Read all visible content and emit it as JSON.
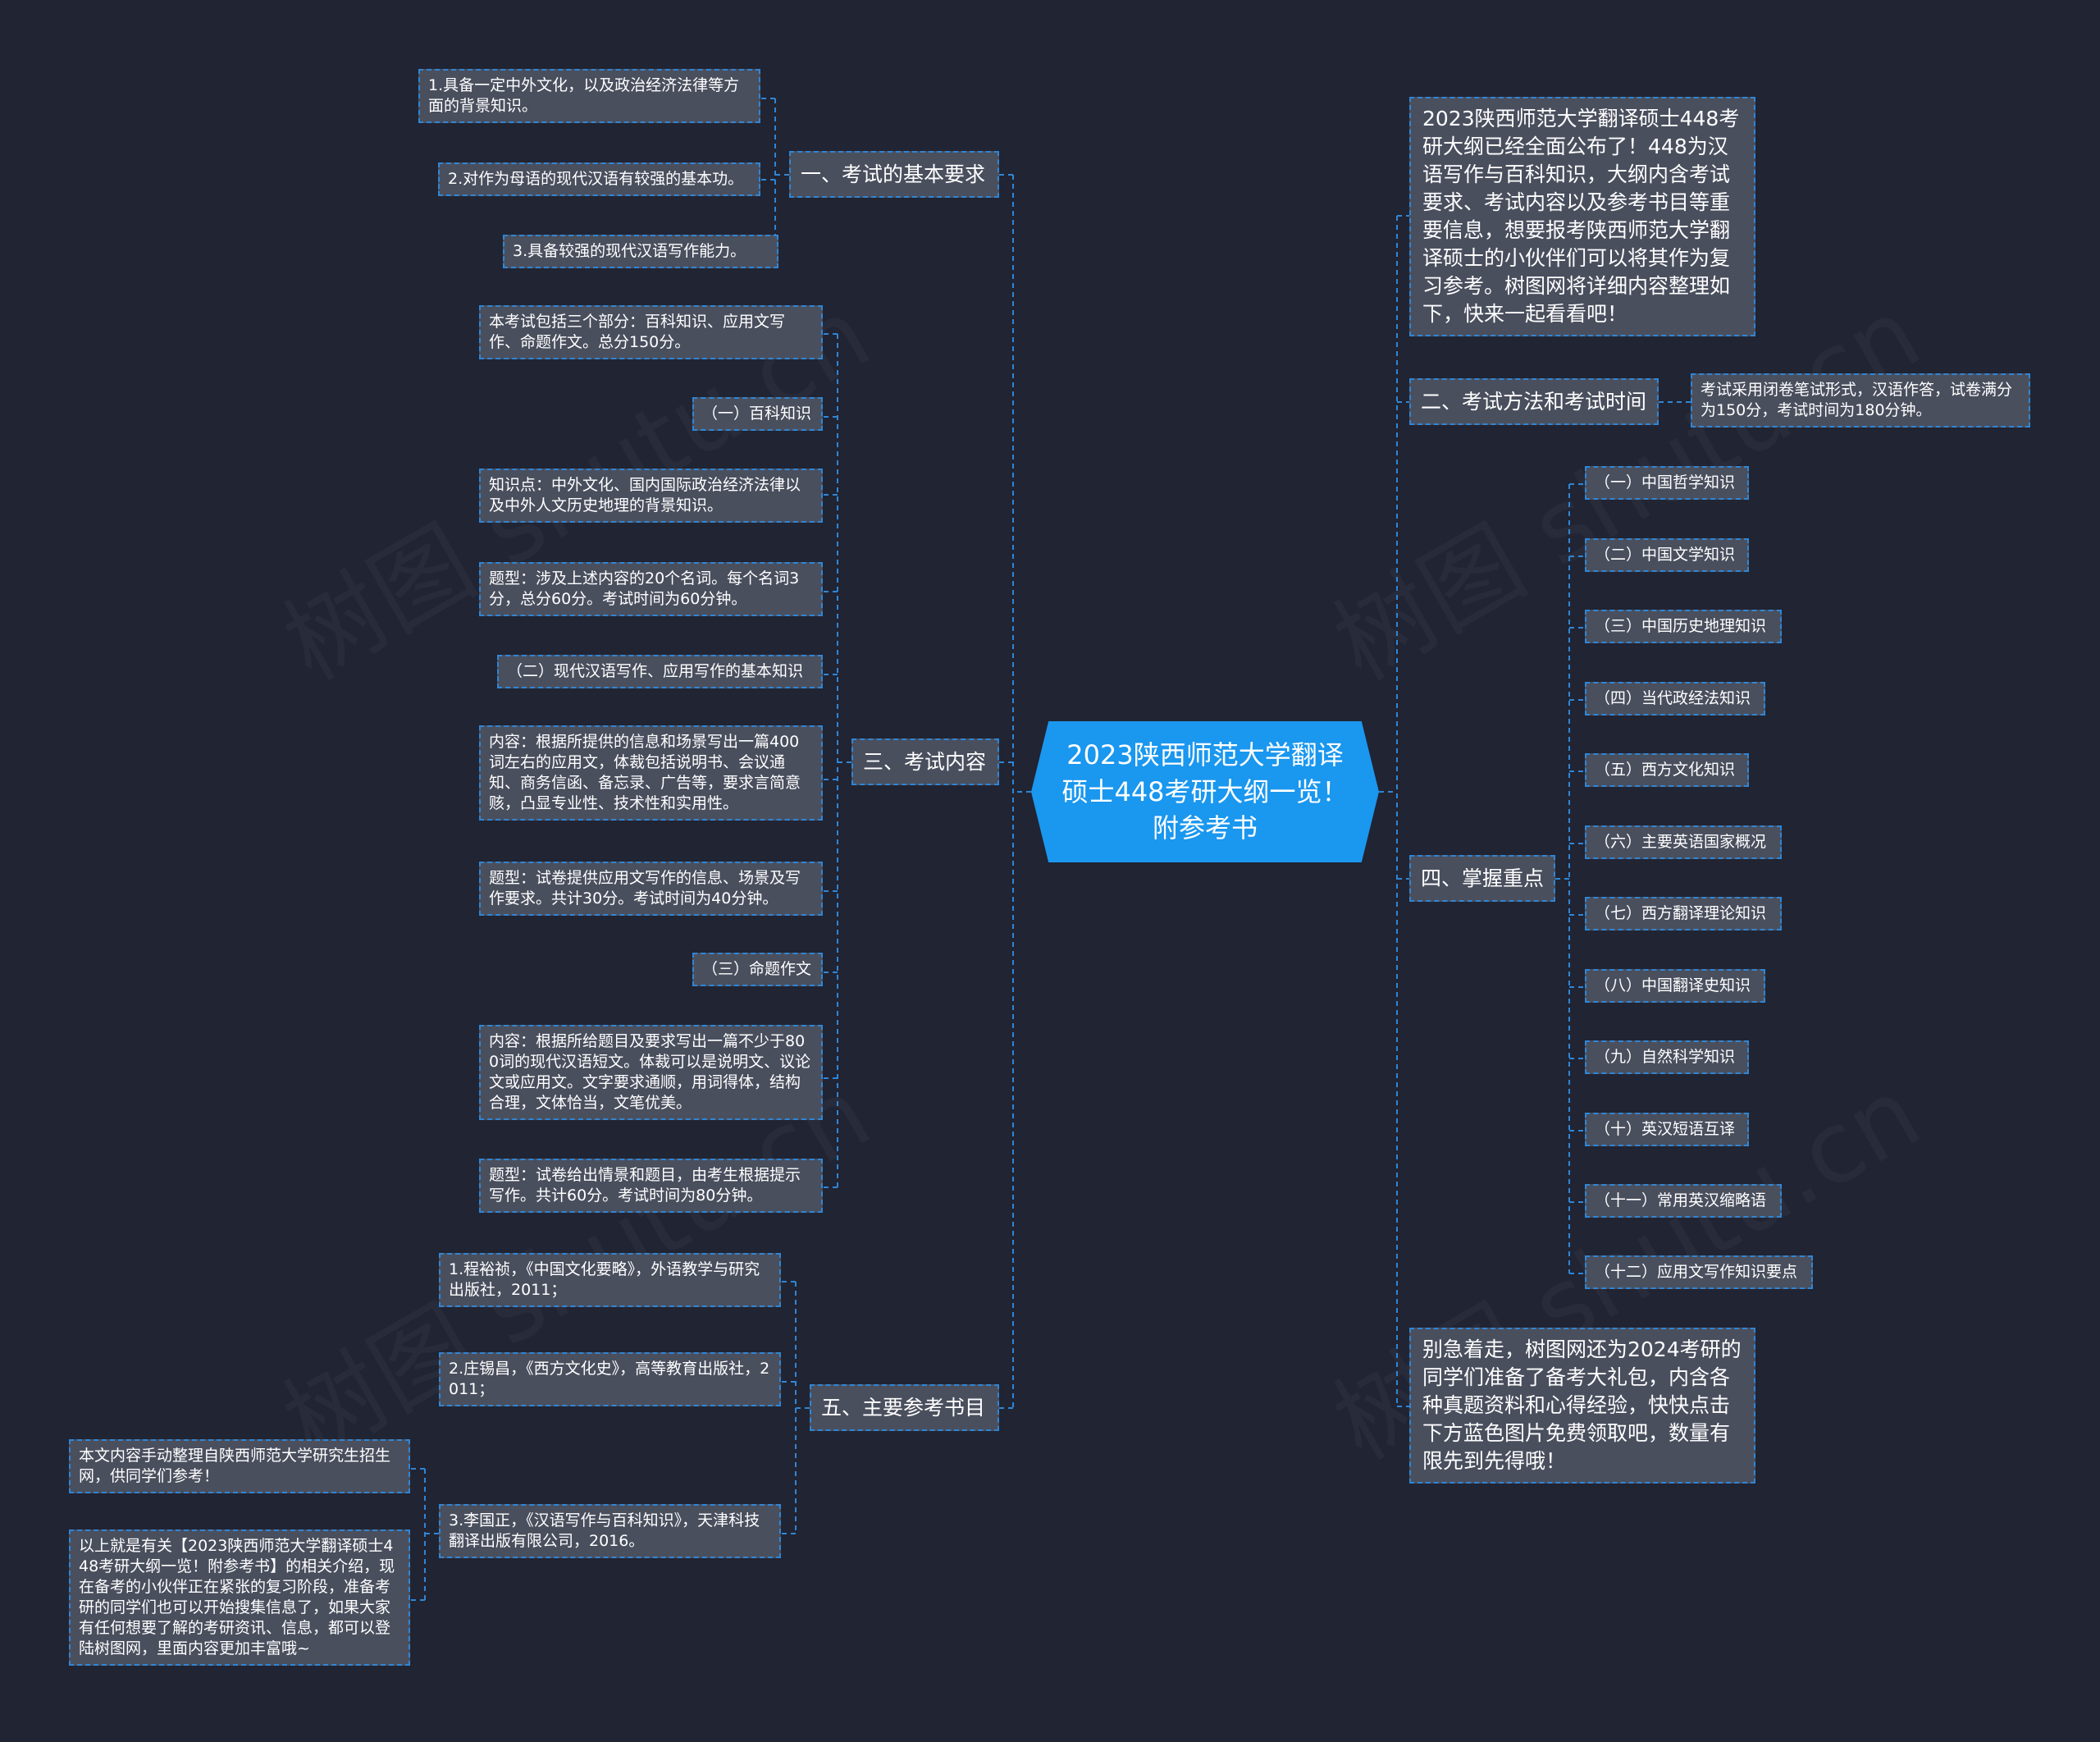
{
  "root": {
    "label": "2023陕西师范大学翻译硕士448考研大纲一览！附参考书"
  },
  "watermark": "树图 shutu.cn",
  "left": [
    {
      "label": "一、考试的基本要求",
      "children": [
        "1.具备一定中外文化，以及政治经济法律等方面的背景知识。",
        "2.对作为母语的现代汉语有较强的基本功。",
        "3.具备较强的现代汉语写作能力。"
      ]
    },
    {
      "label": "三、考试内容",
      "children": [
        "本考试包括三个部分：百科知识、应用文写作、命题作文。总分150分。",
        "（一）百科知识",
        "知识点：中外文化、国内国际政治经济法律以及中外人文历史地理的背景知识。",
        "题型：涉及上述内容的20个名词。每个名词3分，总分60分。考试时间为60分钟。",
        "（二）现代汉语写作、应用写作的基本知识",
        "内容：根据所提供的信息和场景写出一篇400词左右的应用文，体裁包括说明书、会议通知、商务信函、备忘录、广告等，要求言简意赅，凸显专业性、技术性和实用性。",
        "题型：试卷提供应用文写作的信息、场景及写作要求。共计30分。考试时间为40分钟。",
        "（三）命题作文",
        "内容：根据所给题目及要求写出一篇不少于800词的现代汉语短文。体裁可以是说明文、议论文或应用文。文字要求通顺，用词得体，结构合理，文体恰当，文笔优美。",
        "题型：试卷给出情景和题目，由考生根据提示写作。共计60分。考试时间为80分钟。"
      ]
    },
    {
      "label": "五、主要参考书目",
      "children": [
        "1.程裕祯，《中国文化要略》，外语教学与研究出版社，2011；",
        "2.庄锡昌，《西方文化史》，高等教育出版社，2011；",
        "3.李国正，《汉语写作与百科知识》，天津科技翻译出版有限公司，2016。"
      ],
      "extra": [
        "本文内容手动整理自陕西师范大学研究生招生网，供同学们参考！",
        "以上就是有关【2023陕西师范大学翻译硕士448考研大纲一览！附参考书】的相关介绍，现在备考的小伙伴正在紧张的复习阶段，准备考研的同学们也可以开始搜集信息了，如果大家有任何想要了解的考研资讯、信息，都可以登陆树图网，里面内容更加丰富哦~"
      ]
    }
  ],
  "right": [
    {
      "label": "2023陕西师范大学翻译硕士448考研大纲已经全面公布了！448为汉语写作与百科知识，大纲内含考试要求、考试内容以及参考书目等重要信息，想要报考陕西师范大学翻译硕士的小伙伴们可以将其作为复习参考。树图网将详细内容整理如下，快来一起看看吧！"
    },
    {
      "label": "二、考试方法和考试时间",
      "children": [
        "考试采用闭卷笔试形式，汉语作答，试卷满分为150分，考试时间为180分钟。"
      ]
    },
    {
      "label": "四、掌握重点",
      "children": [
        "（一）中国哲学知识",
        "（二）中国文学知识",
        "（三）中国历史地理知识",
        "（四）当代政经法知识",
        "（五）西方文化知识",
        "（六）主要英语国家概况",
        "（七）西方翻译理论知识",
        "（八）中国翻译史知识",
        "（九）自然科学知识",
        "（十）英汉短语互译",
        "（十一）常用英汉缩略语",
        "（十二）应用文写作知识要点"
      ]
    },
    {
      "label": "别急着走，树图网还为2024考研的同学们准备了备考大礼包，内含各种真题资料和心得经验，快快点击下方蓝色图片免费领取吧，数量有限先到先得哦！"
    }
  ],
  "colors": {
    "background": "#212433",
    "node": "#4a4f5e",
    "root": "#1a97ef",
    "line": "#2f86d6",
    "text": "#ffffff"
  }
}
